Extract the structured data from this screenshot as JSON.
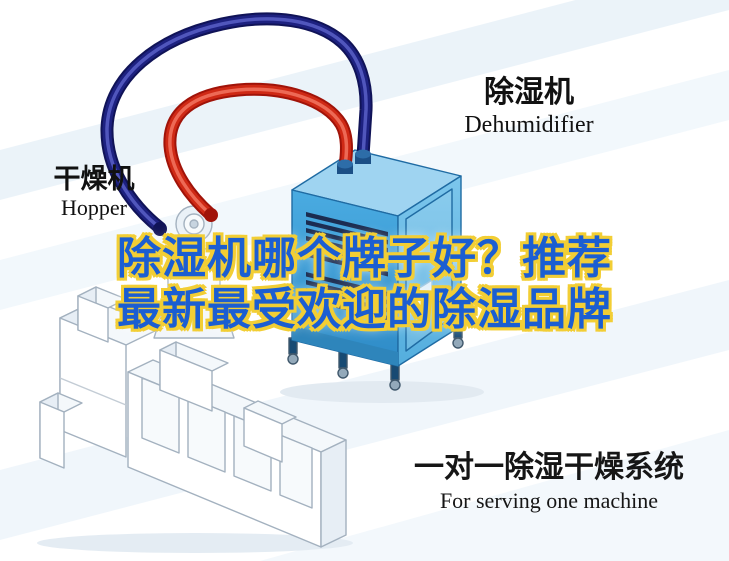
{
  "poster": {
    "headline": {
      "line1": "除湿机哪个牌子好？推荐",
      "line2": "最新最受欢迎的除湿品牌",
      "fill_color": "#1b5ed2",
      "outline_color": "#f2ce35"
    },
    "labels": {
      "hopper": {
        "cn": "干燥机",
        "en": "Hopper"
      },
      "dehumidifier": {
        "cn": "除湿机",
        "en": "Dehumidifier"
      }
    },
    "caption": {
      "cn": "一对一除湿干燥系统",
      "en": "For serving one machine"
    },
    "colors": {
      "pipe_red": "#c4271b",
      "pipe_navy": "#1a1e78",
      "dehumidifier_front": "#47a7de",
      "dehumidifier_side": "#6cbde8",
      "dehumidifier_top": "#9fd4f1",
      "vent_slats": "#1b2c50",
      "machine_outline": "#a3b1bf",
      "background_streak": "#e3eef7"
    }
  }
}
